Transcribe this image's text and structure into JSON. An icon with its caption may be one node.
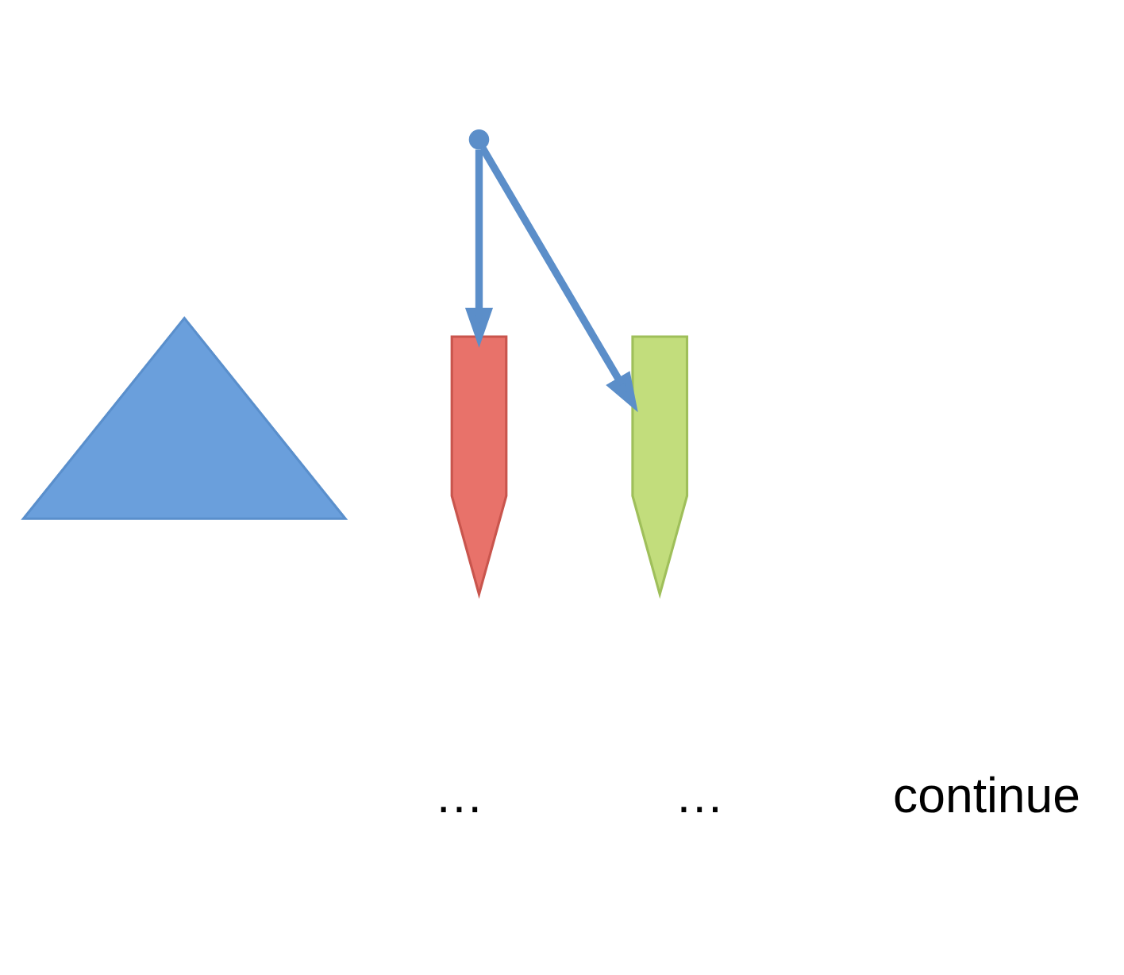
{
  "diagram": {
    "nodes": [
      {
        "text": [],
        "shape": "point"
      },
      {
        "text": [],
        "shape": "triangle"
      },
      {
        "text": [],
        "shape": "arrow"
      },
      {
        "text": [],
        "shape": "arrow"
      }
    ],
    "edges": [
      {
        "from": 0,
        "to": 2,
        "arrow": "to"
      },
      {
        "from": 0,
        "to": 3,
        "arrow": "to"
      }
    ],
    "labels": [
      "…",
      "…",
      "continue"
    ]
  }
}
